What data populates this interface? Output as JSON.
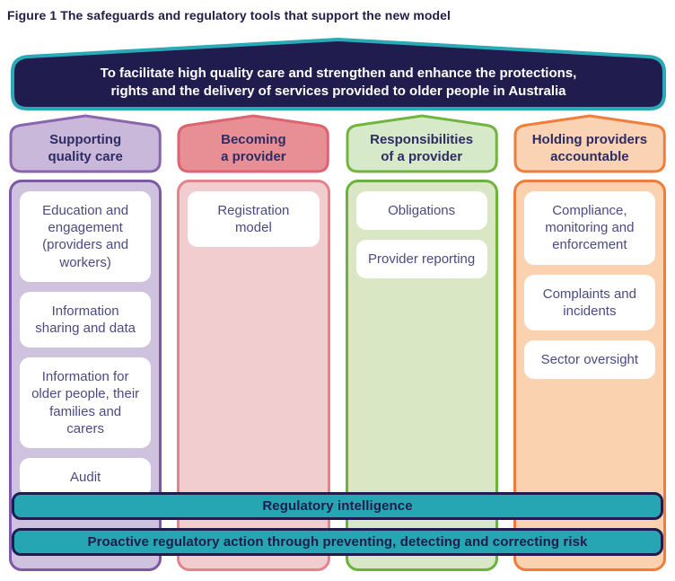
{
  "figure": {
    "title": "Figure 1 The safeguards and regulatory tools that support the new model"
  },
  "banner": {
    "text": "To facilitate high quality care and strengthen and enhance the protections,\nrights and the delivery of services provided to older people in Australia"
  },
  "columns": [
    {
      "header": "Supporting\nquality care",
      "items": [
        "Education and engagement (providers and workers)",
        "Information sharing and data",
        "Information for older people, their families and carers",
        "Audit"
      ],
      "colors": {
        "header_fill": "#c9b8da",
        "header_border": "#8a65ad",
        "body_fill": "#cfc2df",
        "body_border": "#7d58a5"
      }
    },
    {
      "header": "Becoming\na provider",
      "items": [
        "Registration model"
      ],
      "colors": {
        "header_fill": "#e88f96",
        "header_border": "#dc6470",
        "body_fill": "#f2cdd0",
        "body_border": "#e4838c"
      }
    },
    {
      "header": "Responsibilities\nof a provider",
      "items": [
        "Obligations",
        "Provider reporting"
      ],
      "colors": {
        "header_fill": "#d6e9c9",
        "header_border": "#72b440",
        "body_fill": "#d9e7c5",
        "body_border": "#69b23c"
      }
    },
    {
      "header": "Holding providers\naccountable",
      "items": [
        "Compliance, monitoring and enforcement",
        "Complaints and incidents",
        "Sector oversight"
      ],
      "colors": {
        "header_fill": "#fad3b4",
        "header_border": "#ef7e3c",
        "body_fill": "#fbd2af",
        "body_border": "#ee7c3a"
      }
    }
  ],
  "bars": [
    {
      "label": "Regulatory intelligence"
    },
    {
      "label": "Proactive regulatory action through preventing, detecting and correcting risk"
    }
  ],
  "colors": {
    "navy": "#211c4e",
    "teal": "#26a5b3",
    "teal_border": "#2aa9b7",
    "title_text": "#221c46",
    "header_text": "#2e2c62",
    "item_text": "#4b4a82",
    "banner_text": "#ffffff"
  }
}
